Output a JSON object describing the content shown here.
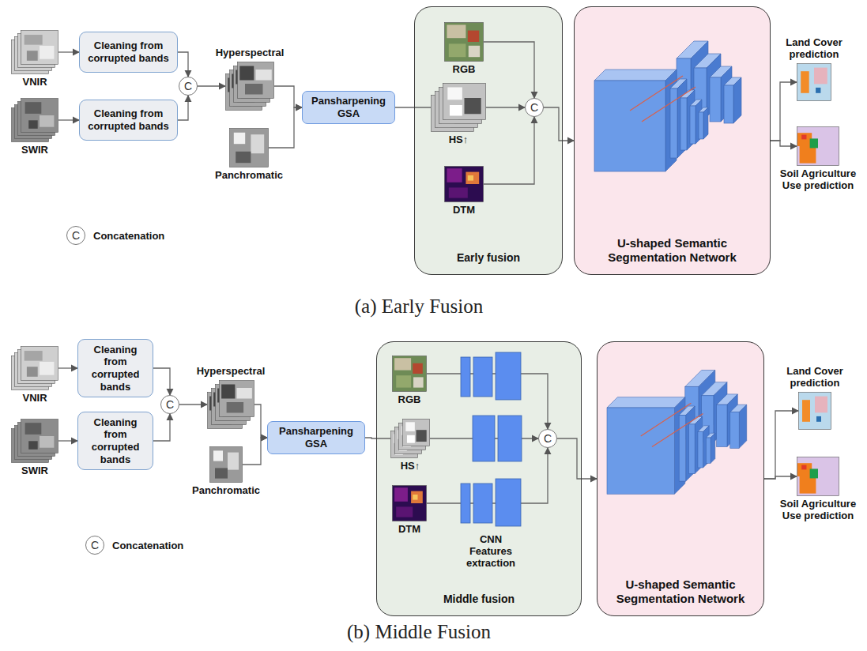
{
  "diagram": {
    "nodes": [
      {
        "text": [
          "VNIR"
        ]
      },
      {
        "text": [
          "Cleaning from corrupted bands"
        ]
      },
      {
        "text": [
          "SWIR"
        ]
      },
      {
        "text": [
          "Cleaning from corrupted bands"
        ]
      },
      {
        "text": [
          "C"
        ]
      },
      {
        "text": [
          "Hyperspectral"
        ]
      },
      {
        "text": [
          "Panchromatic"
        ]
      },
      {
        "text": [
          "Pansharpening GSA"
        ]
      },
      {
        "text": [
          "Early fusion"
        ]
      },
      {
        "text": [
          "RGB"
        ],
        "in": 8
      },
      {
        "text": [
          "HS↑"
        ],
        "in": 8
      },
      {
        "text": [
          "DTM"
        ],
        "in": 8
      },
      {
        "text": [
          "C"
        ],
        "in": 8
      },
      {
        "text": [
          "U-shaped Semantic Segmentation Network"
        ]
      },
      {
        "text": [
          "Land Cover prediction"
        ]
      },
      {
        "text": [
          "Soil Agriculture Use prediction"
        ]
      },
      {
        "text": [
          "VNIR"
        ]
      },
      {
        "text": [
          "Cleaning from corrupted bands"
        ]
      },
      {
        "text": [
          "SWIR"
        ]
      },
      {
        "text": [
          "Cleaning from corrupted bands"
        ]
      },
      {
        "text": [
          "C"
        ]
      },
      {
        "text": [
          "Hyperspectral"
        ]
      },
      {
        "text": [
          "Panchromatic"
        ]
      },
      {
        "text": [
          "Pansharpening GSA"
        ]
      },
      {
        "text": [
          "Middle fusion"
        ]
      },
      {
        "text": [
          "RGB"
        ],
        "in": 24
      },
      {
        "text": [
          "HS↑"
        ],
        "in": 24
      },
      {
        "text": [
          "DTM"
        ],
        "in": 24
      },
      {
        "text": [
          "C"
        ],
        "in": 24
      },
      {
        "text": [
          "U-shaped Semantic Segmentation Network"
        ]
      },
      {
        "text": [
          "Land Cover prediction"
        ]
      },
      {
        "text": [
          "Soil Agriculture Use prediction"
        ]
      }
    ],
    "edges": [
      {
        "from": 0,
        "to": 1,
        "arrow": "to"
      },
      {
        "from": 2,
        "to": 3,
        "arrow": "to"
      },
      {
        "from": 1,
        "to": 4,
        "arrow": "to"
      },
      {
        "from": 3,
        "to": 4,
        "arrow": "to"
      },
      {
        "from": 4,
        "to": 5,
        "arrow": "to"
      },
      {
        "from": 5,
        "to": 7,
        "arrow": "to"
      },
      {
        "from": 6,
        "to": 7,
        "arrow": "to"
      },
      {
        "from": 7,
        "to": 10,
        "arrow": "none"
      },
      {
        "from": 9,
        "to": 12,
        "arrow": "to"
      },
      {
        "from": 10,
        "to": 12,
        "arrow": "to"
      },
      {
        "from": 11,
        "to": 12,
        "arrow": "to"
      },
      {
        "from": 12,
        "to": 13,
        "arrow": "to"
      },
      {
        "from": 13,
        "to": 14,
        "arrow": "to"
      },
      {
        "from": 13,
        "to": 15,
        "arrow": "to"
      },
      {
        "from": 16,
        "to": 17,
        "arrow": "to"
      },
      {
        "from": 18,
        "to": 19,
        "arrow": "to"
      },
      {
        "from": 17,
        "to": 20,
        "arrow": "to"
      },
      {
        "from": 19,
        "to": 20,
        "arrow": "to"
      },
      {
        "from": 20,
        "to": 21,
        "arrow": "to"
      },
      {
        "from": 21,
        "to": 23,
        "arrow": "to"
      },
      {
        "from": 22,
        "to": 23,
        "arrow": "to"
      },
      {
        "from": 23,
        "to": 26,
        "arrow": "none"
      },
      {
        "from": 25,
        "to": 28,
        "arrow": "to"
      },
      {
        "from": 26,
        "to": 28,
        "arrow": "to"
      },
      {
        "from": 27,
        "to": 28,
        "arrow": "to"
      },
      {
        "from": 28,
        "to": 29,
        "arrow": "to"
      },
      {
        "from": 29,
        "to": 30,
        "arrow": "to"
      },
      {
        "from": 29,
        "to": 31,
        "arrow": "to"
      }
    ],
    "labels": [
      "C",
      "(a) Early Fusion",
      "C",
      "CNN Features extraction",
      "(b) Middle Fusion"
    ],
    "legend": [
      {
        "text": "Concatenation"
      },
      {
        "text": "Concatenation"
      }
    ]
  }
}
